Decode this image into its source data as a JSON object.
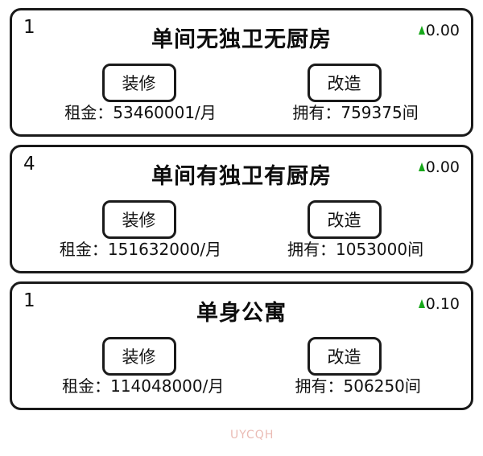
{
  "colors": {
    "accent_up": "#17a81a",
    "border": "#1a1a1a",
    "background": "#ffffff",
    "watermark": "#e7b0a8"
  },
  "cards": [
    {
      "index": "1",
      "title": "单间无独卫无厨房",
      "rate": "0.00",
      "rate_icon": "arrow-up-icon",
      "buttons": {
        "left": "装修",
        "right": "改造"
      },
      "rent": "租金：53460001/月",
      "owned": "拥有：759375间"
    },
    {
      "index": "4",
      "title": "单间有独卫有厨房",
      "rate": "0.00",
      "rate_icon": "arrow-up-icon",
      "buttons": {
        "left": "装修",
        "right": "改造"
      },
      "rent": "租金：151632000/月",
      "owned": "拥有：1053000间"
    },
    {
      "index": "1",
      "title": "单身公寓",
      "rate": "0.10",
      "rate_icon": "arrow-up-icon",
      "buttons": {
        "left": "装修",
        "right": "改造"
      },
      "rent": "租金：114048000/月",
      "owned": "拥有：506250间"
    }
  ],
  "watermark": "UYCQH"
}
